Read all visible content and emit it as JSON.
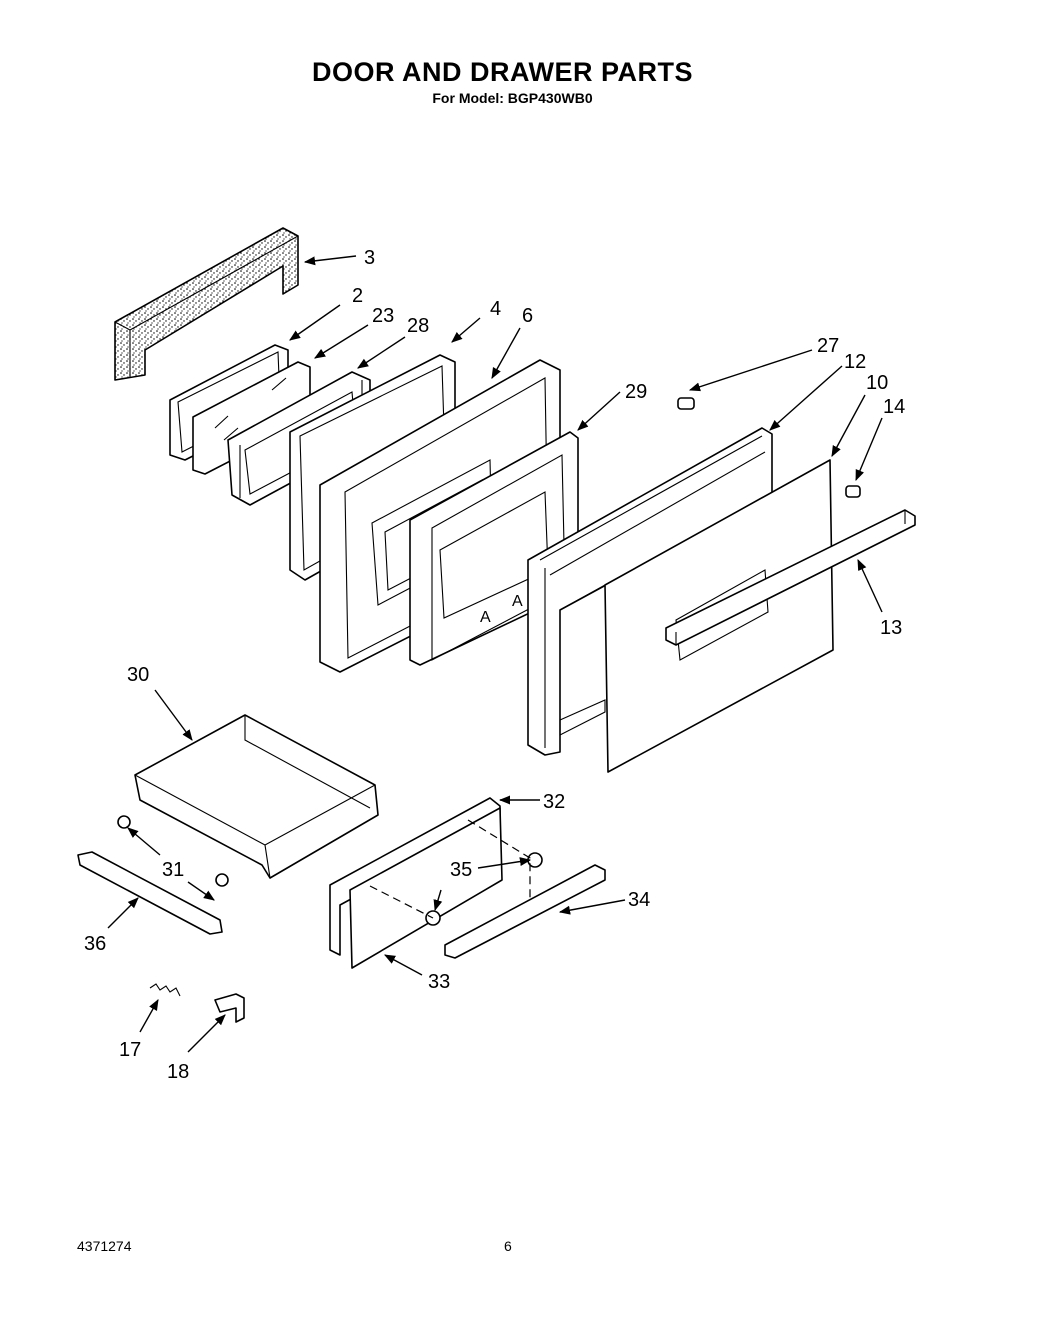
{
  "header": {
    "title": "DOOR AND DRAWER PARTS",
    "subtitle": "For Model: BGP430WB0"
  },
  "footer": {
    "doc_number": "4371274",
    "page_number": "6"
  },
  "callouts": {
    "p3": "3",
    "p2": "2",
    "p23": "23",
    "p28": "28",
    "p4": "4",
    "p6": "6",
    "p27": "27",
    "p12": "12",
    "p10": "10",
    "p14": "14",
    "p29": "29",
    "p13": "13",
    "p30": "30",
    "p32": "32",
    "p31": "31",
    "p35": "35",
    "p34": "34",
    "p36": "36",
    "p33": "33",
    "p17": "17",
    "p18": "18"
  }
}
